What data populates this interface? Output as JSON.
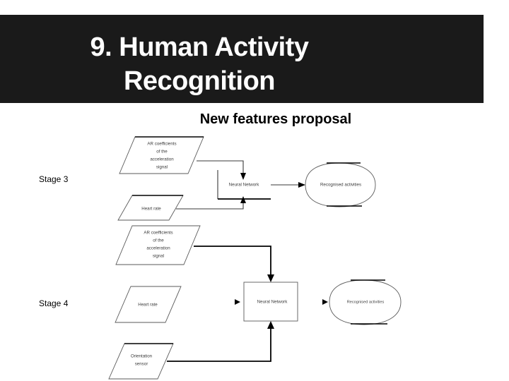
{
  "slide": {
    "title": "9. Human Activity\nRecognition",
    "title_line1": "9. Human Activity",
    "title_line2": "Recognition",
    "subtitle": "New features proposal",
    "banner_color": "#1a1a1a",
    "banner_text_color": "#ffffff",
    "background_color": "#ffffff"
  },
  "stages": [
    {
      "label": "Stage 3",
      "nodes": {
        "input_ar": [
          "AR coefficients",
          "of the",
          "acceleration",
          "signal"
        ],
        "input_hr": [
          "Heart rate"
        ],
        "process": [
          "Neural Network"
        ],
        "output": [
          "Recognised activities"
        ]
      }
    },
    {
      "label": "Stage 4",
      "nodes": {
        "input_ar": [
          "AR coefficients",
          "of the",
          "acceleration",
          "signal"
        ],
        "input_hr": [
          "Heart rate"
        ],
        "input_orientation": [
          "Orientation",
          "sensor"
        ],
        "process": [
          "Neural Network"
        ],
        "output": [
          "Recognised activities"
        ]
      }
    }
  ],
  "diagram": {
    "s3_ar_line1": "AR coefficients",
    "s3_ar_line2": "of the",
    "s3_ar_line3": "acceleration",
    "s3_ar_line4": "signal",
    "s3_hr": "Heart rate",
    "s3_nn": "Neural Network",
    "s3_out": "Recognised activities",
    "s4_ar_line1": "AR coefficients",
    "s4_ar_line2": "of the",
    "s4_ar_line3": "acceleration",
    "s4_ar_line4": "signal",
    "s4_hr": "Heart rate",
    "s4_orient_line1": "Orientation",
    "s4_orient_line2": "sensor",
    "s4_nn": "Neural Network",
    "s4_out": "Recognised activities"
  }
}
